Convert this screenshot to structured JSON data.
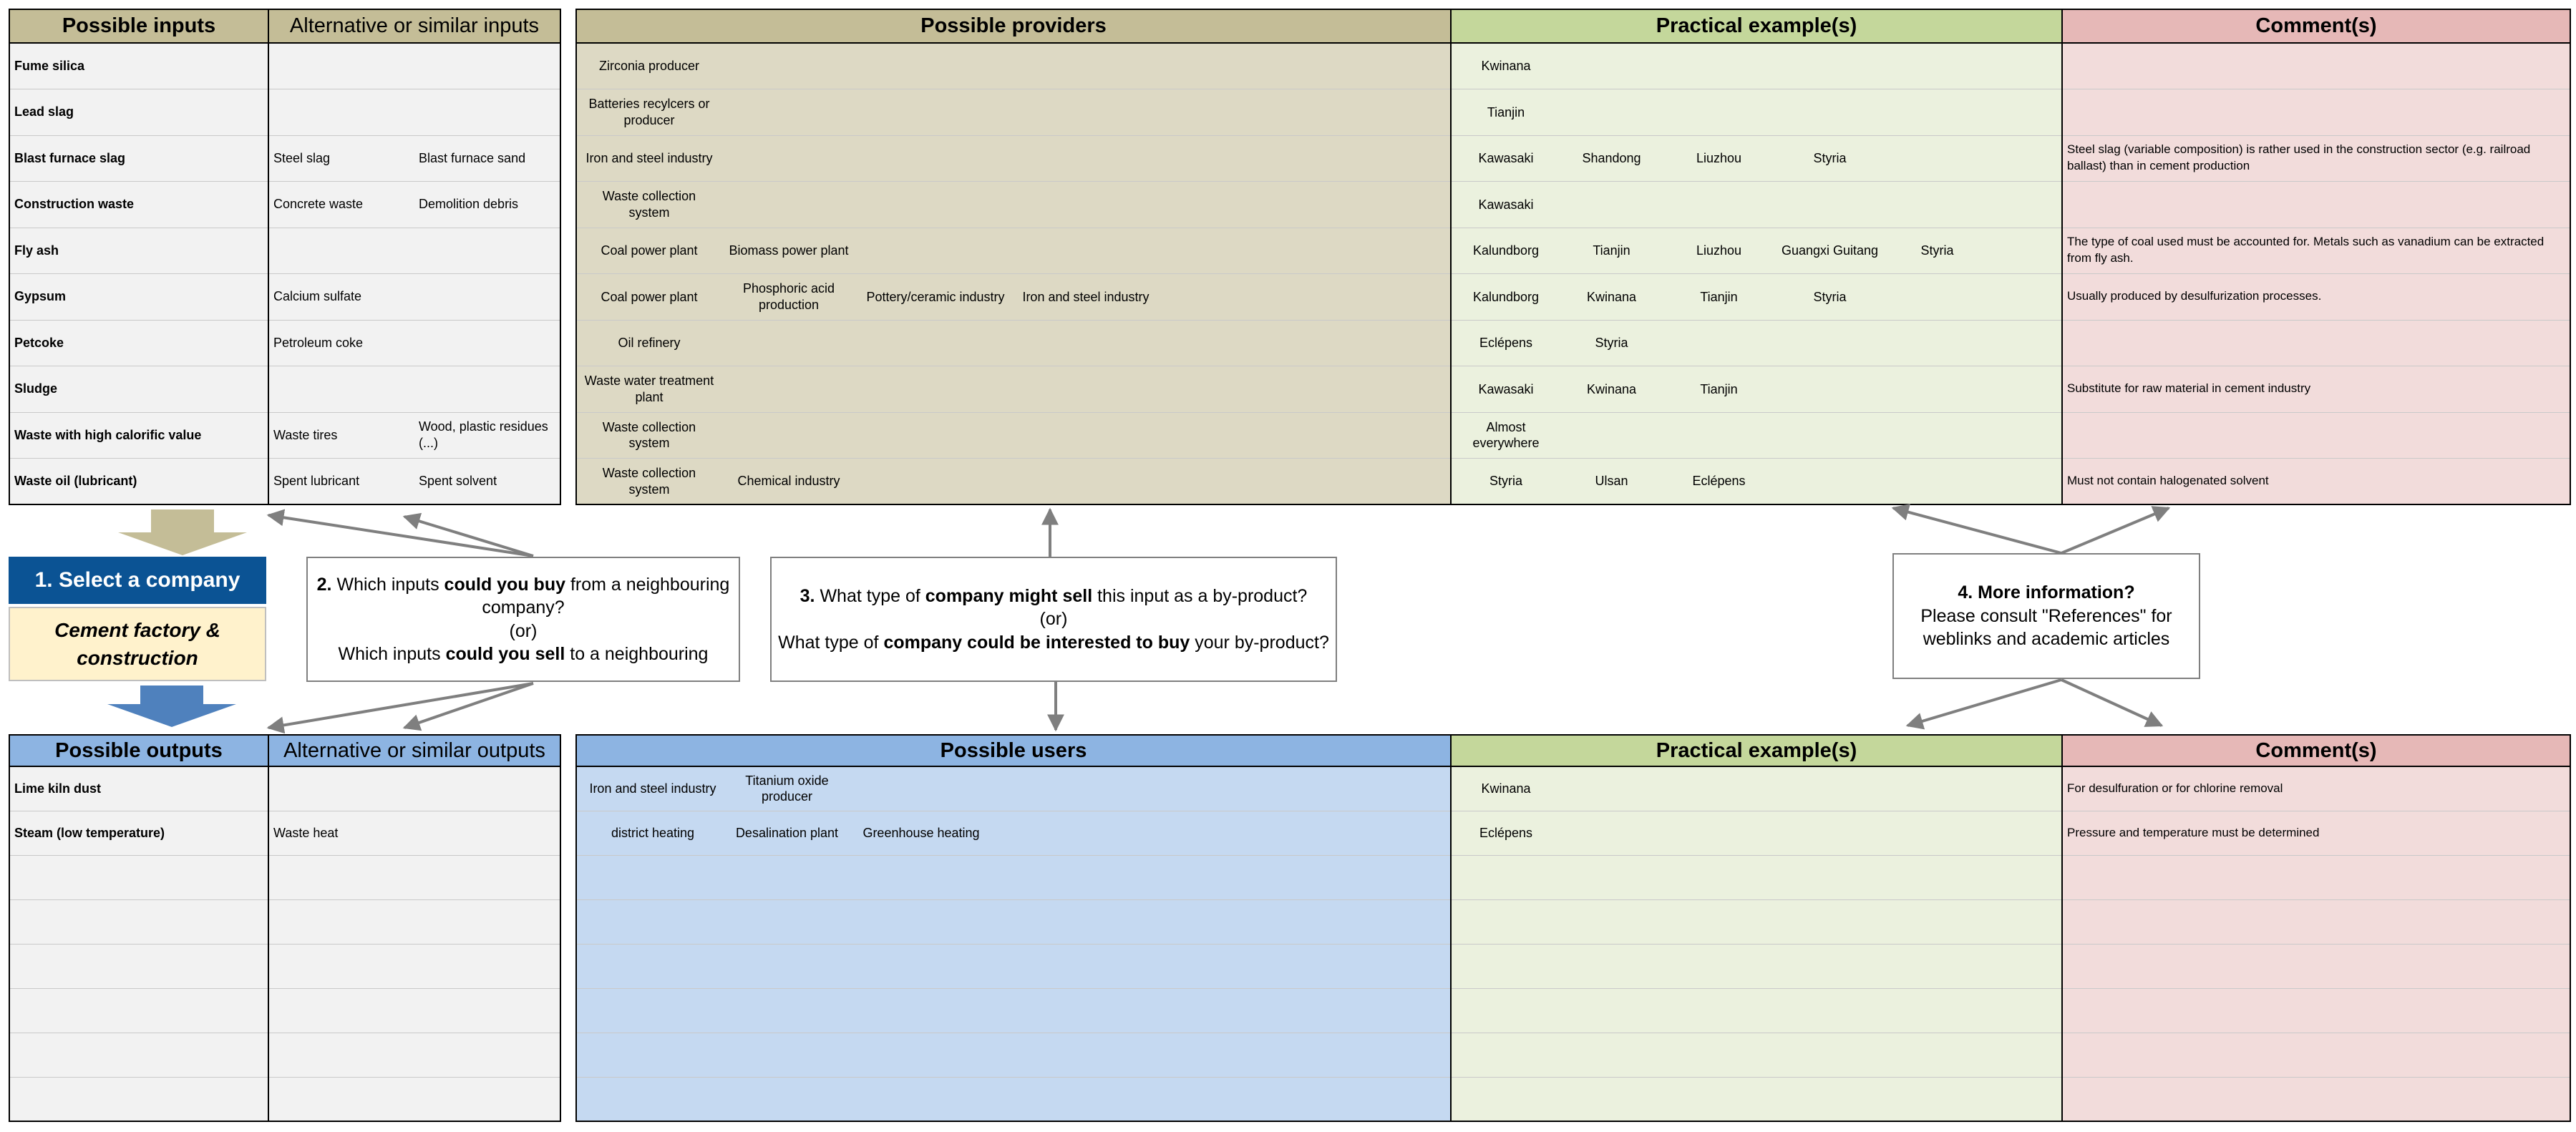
{
  "colors": {
    "khaki_header": "#c4bd97",
    "khaki_body": "#ddd9c4",
    "green_header": "#c4d79b",
    "green_body": "#ebf1de",
    "red_header": "#e6b8b7",
    "red_body": "#f2dcdb",
    "blue_header": "#8db4e2",
    "blue_body": "#c5d9f1",
    "select_blue": "#0b5394",
    "company_fill": "#fff2cc",
    "arrow_gray": "#7f7f7f"
  },
  "inputs": {
    "header_possible": "Possible inputs",
    "header_alternative": "Alternative or similar inputs",
    "rows": [
      {
        "name": "Fume silica",
        "alt1": "",
        "alt2": ""
      },
      {
        "name": "Lead slag",
        "alt1": "",
        "alt2": ""
      },
      {
        "name": "Blast furnace slag",
        "alt1": "Steel slag",
        "alt2": "Blast furnace sand"
      },
      {
        "name": "Construction waste",
        "alt1": "Concrete waste",
        "alt2": "Demolition debris"
      },
      {
        "name": "Fly ash",
        "alt1": "",
        "alt2": ""
      },
      {
        "name": "Gypsum",
        "alt1": "Calcium sulfate",
        "alt2": ""
      },
      {
        "name": "Petcoke",
        "alt1": "Petroleum coke",
        "alt2": ""
      },
      {
        "name": "Sludge",
        "alt1": "",
        "alt2": ""
      },
      {
        "name": "Waste with high calorific value",
        "alt1": "Waste tires",
        "alt2": "Wood, plastic residues (...)"
      },
      {
        "name": "Waste oil (lubricant)",
        "alt1": "Spent lubricant",
        "alt2": "Spent solvent"
      }
    ]
  },
  "providers": {
    "header": "Possible providers",
    "rows": [
      [
        "Zirconia producer"
      ],
      [
        "Batteries recylcers or producer"
      ],
      [
        "Iron and steel industry"
      ],
      [
        "Waste collection system"
      ],
      [
        "Coal power plant",
        "Biomass power plant"
      ],
      [
        "Coal power plant",
        "Phosphoric acid production",
        "Pottery/ceramic industry",
        "Iron and steel industry"
      ],
      [
        "Oil refinery"
      ],
      [
        "Waste water treatment plant"
      ],
      [
        "Waste collection system"
      ],
      [
        "Waste collection system",
        "Chemical industry"
      ]
    ]
  },
  "practical_top": {
    "header": "Practical example(s)",
    "rows": [
      [
        "Kwinana"
      ],
      [
        "Tianjin"
      ],
      [
        "Kawasaki",
        "Shandong",
        "Liuzhou",
        "Styria"
      ],
      [
        "Kawasaki"
      ],
      [
        "Kalundborg",
        "Tianjin",
        "Liuzhou",
        "Guangxi Guitang",
        "Styria"
      ],
      [
        "Kalundborg",
        "Kwinana",
        "Tianjin",
        "Styria"
      ],
      [
        "Eclépens",
        "Styria"
      ],
      [
        "Kawasaki",
        "Kwinana",
        "Tianjin"
      ],
      [
        "Almost everywhere"
      ],
      [
        "Styria",
        "Ulsan",
        "Eclépens"
      ]
    ]
  },
  "comments_top": {
    "header": "Comment(s)",
    "rows": [
      "",
      "",
      "Steel slag (variable composition) is rather used in the construction sector (e.g. railroad ballast) than in cement production",
      "",
      "The type of coal used must be accounted for. Metals such as vanadium can be extracted from fly ash.",
      "Usually produced by desulfurization processes.",
      "",
      "Substitute for raw material in cement industry",
      "",
      "Must not contain halogenated solvent"
    ]
  },
  "select": {
    "label": "1. Select a company",
    "company": "Cement factory & construction"
  },
  "callouts": {
    "c2_num": "2.",
    "c2_l1a": "Which inputs",
    "c2_l1b": "could you buy",
    "c2_l1c": "from a neighbouring company?",
    "c2_or": "(or)",
    "c2_l3a": "Which inputs",
    "c2_l3b": "could you sell",
    "c2_l3c": "to a neighbouring",
    "c3_num": "3.",
    "c3_l1a": "What type of",
    "c3_l1b": "company might sell",
    "c3_l1c": "this input as a by-product?",
    "c3_or": "(or)",
    "c3_l3a": "What type of",
    "c3_l3b": "company could be interested to buy",
    "c3_l3c": "your by-product?",
    "c4_title": "4. More information?",
    "c4_l2": "Please consult \"References\" for",
    "c4_l3": "weblinks and academic articles"
  },
  "outputs": {
    "header_possible": "Possible outputs",
    "header_alternative": "Alternative or similar outputs",
    "rows": [
      {
        "name": "Lime kiln dust",
        "alt1": ""
      },
      {
        "name": "Steam (low temperature)",
        "alt1": "Waste heat"
      },
      {
        "name": "",
        "alt1": ""
      },
      {
        "name": "",
        "alt1": ""
      },
      {
        "name": "",
        "alt1": ""
      },
      {
        "name": "",
        "alt1": ""
      },
      {
        "name": "",
        "alt1": ""
      },
      {
        "name": "",
        "alt1": ""
      }
    ]
  },
  "users": {
    "header": "Possible users",
    "rows": [
      [
        "Iron and steel industry",
        "Titanium oxide producer"
      ],
      [
        "district heating",
        "Desalination plant",
        "Greenhouse heating"
      ],
      [],
      [],
      [],
      [],
      [],
      []
    ]
  },
  "practical_bottom": {
    "header": "Practical example(s)",
    "rows": [
      [
        "Kwinana"
      ],
      [
        "Eclépens"
      ],
      [],
      [],
      [],
      [],
      [],
      []
    ]
  },
  "comments_bottom": {
    "header": "Comment(s)",
    "rows": [
      "For desulfuration or for chlorine removal",
      "Pressure and temperature must be determined",
      "",
      "",
      "",
      "",
      "",
      ""
    ]
  }
}
